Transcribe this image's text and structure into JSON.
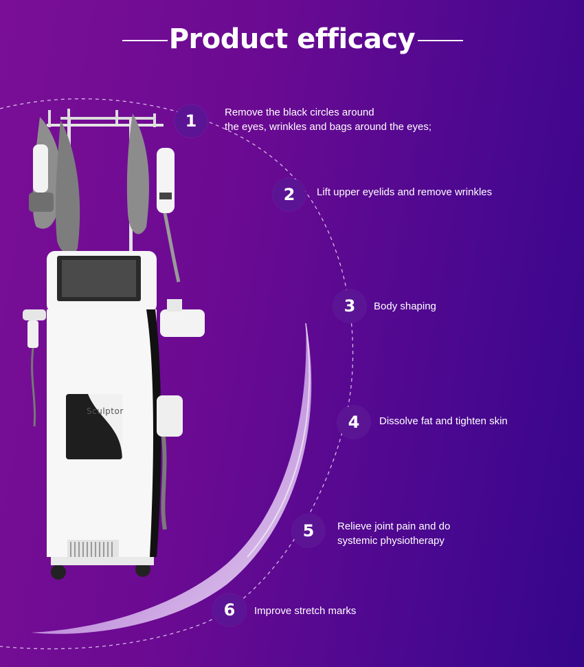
{
  "title": "Product efficacy",
  "device_label": "Sculptor",
  "colors": {
    "background_start": "#7a0f96",
    "background_end": "#34068a",
    "number_circle": "#5b1494"
  },
  "items": [
    {
      "number": "1",
      "lines": [
        "Remove the black circles around",
        "the eyes, wrinkles and bags around the eyes;"
      ]
    },
    {
      "number": "2",
      "lines": [
        "Lift upper eyelids and remove wrinkles"
      ]
    },
    {
      "number": "3",
      "lines": [
        "Body shaping"
      ]
    },
    {
      "number": "4",
      "lines": [
        "Dissolve fat and tighten skin"
      ]
    },
    {
      "number": "5",
      "lines": [
        "Relieve joint pain and do",
        "systemic physiotherapy"
      ]
    },
    {
      "number": "6",
      "lines": [
        "Improve stretch marks"
      ]
    }
  ]
}
